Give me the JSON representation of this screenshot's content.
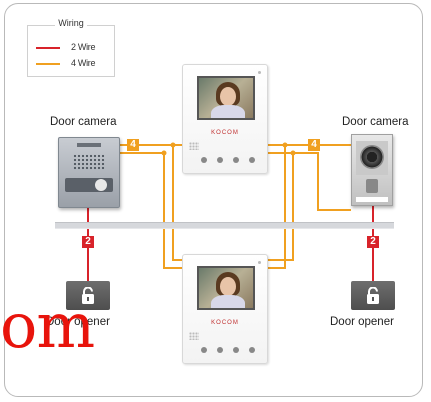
{
  "legend": {
    "title": "Wiring",
    "items": [
      {
        "label": "2 Wire",
        "color": "#d8232a"
      },
      {
        "label": "4 Wire",
        "color": "#f0a020"
      }
    ]
  },
  "devices": {
    "door_camera_left": {
      "label": "Door camera"
    },
    "door_camera_right": {
      "label": "Door camera"
    },
    "door_opener_left": {
      "label": "Door opener"
    },
    "door_opener_right": {
      "label": "Door opener"
    },
    "monitor_top": {
      "brand": "KOCOM"
    },
    "monitor_bottom": {
      "brand": "KOCOM"
    }
  },
  "badges": {
    "four_wire_left": "4",
    "four_wire_right": "4",
    "two_wire_left": "2",
    "two_wire_right": "2"
  },
  "watermark": {
    "text": "om"
  },
  "colors": {
    "two_wire": "#d8232a",
    "four_wire": "#f0a020",
    "bus": "#d6d8dc"
  }
}
